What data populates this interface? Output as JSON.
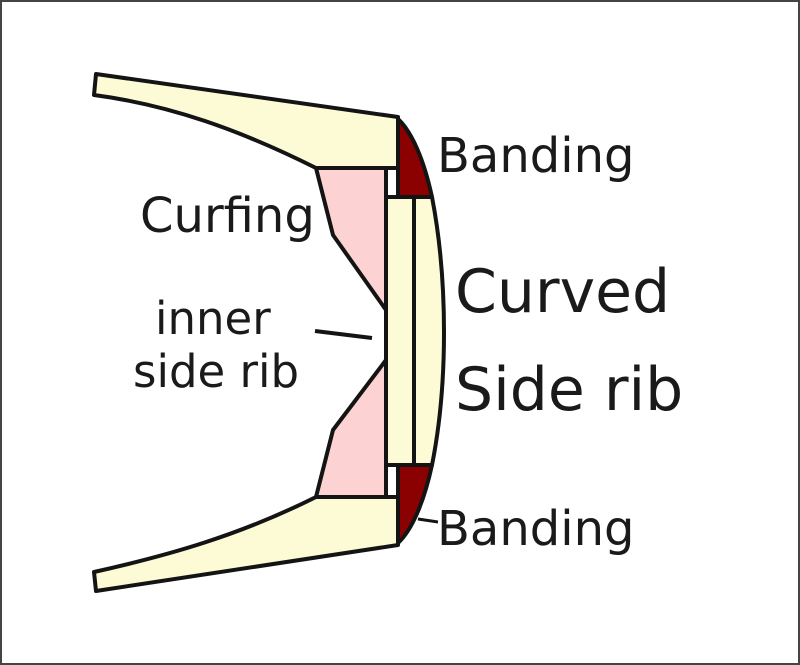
{
  "labels": {
    "banding_top": "Banding",
    "curfing": "Curfing",
    "inner_line1": "inner",
    "inner_line2": "side rib",
    "curved_line1": "Curved",
    "curved_line2": "Side rib",
    "banding_bottom": "Banding"
  },
  "colors": {
    "wood": "#fdfbd6",
    "curfing": "#fcd2d2",
    "banding": "#8b0000",
    "outline": "#141414",
    "text": "#1a1a1a"
  }
}
